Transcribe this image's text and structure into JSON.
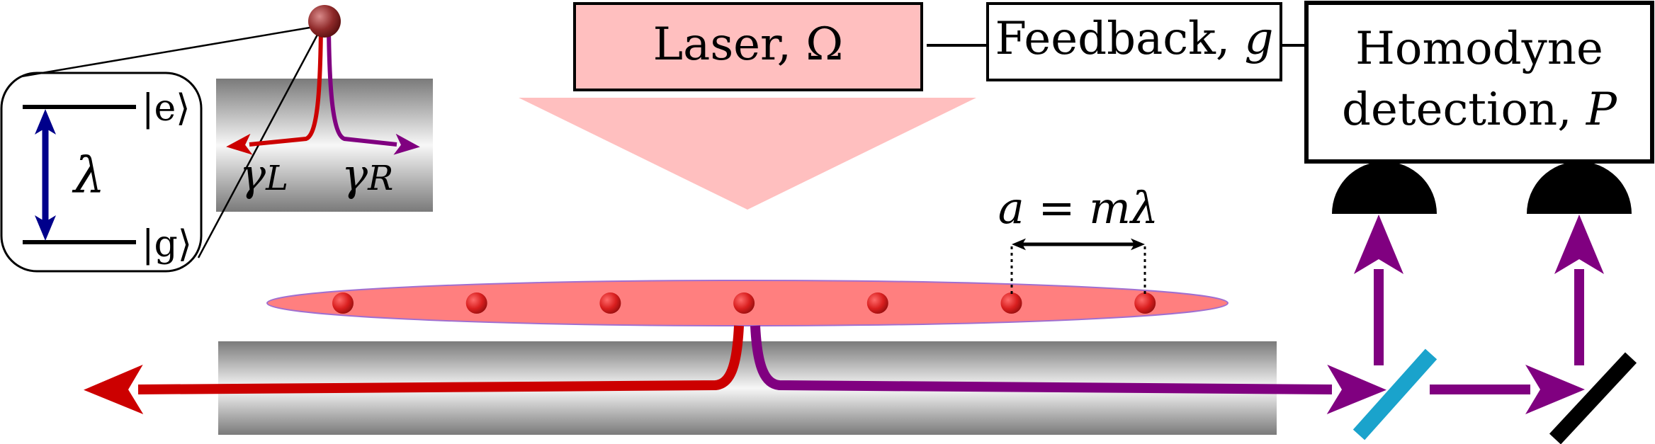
{
  "laser": {
    "label": "Laser, ",
    "symbol": "Ω"
  },
  "feedback": {
    "label": "Feedback, ",
    "symbol": "g"
  },
  "homodyne": {
    "line1": "Homodyne",
    "line2": "detection, ",
    "symbol": "P"
  },
  "level_scheme": {
    "excited": "|e⟩",
    "ground": "|g⟩",
    "wavelength": "λ"
  },
  "decay_rates": {
    "left": {
      "gamma": "γ",
      "sub": "L"
    },
    "right": {
      "gamma": "γ",
      "sub": "R"
    }
  },
  "spacing": {
    "lhs": "a",
    "eq": " = ",
    "rhs": "mλ"
  },
  "atom_count": 7,
  "colors": {
    "laser_fill": "#ffbfbf",
    "cloud_fill": "#ff7f7f",
    "atom": "#d91f1f",
    "red_arrow": "#cc0000",
    "purple_arrow": "#800080",
    "level_arrow": "#00008b",
    "beamsplitter": "#1aa3cc",
    "mirror": "#000000",
    "detector": "#000000"
  }
}
